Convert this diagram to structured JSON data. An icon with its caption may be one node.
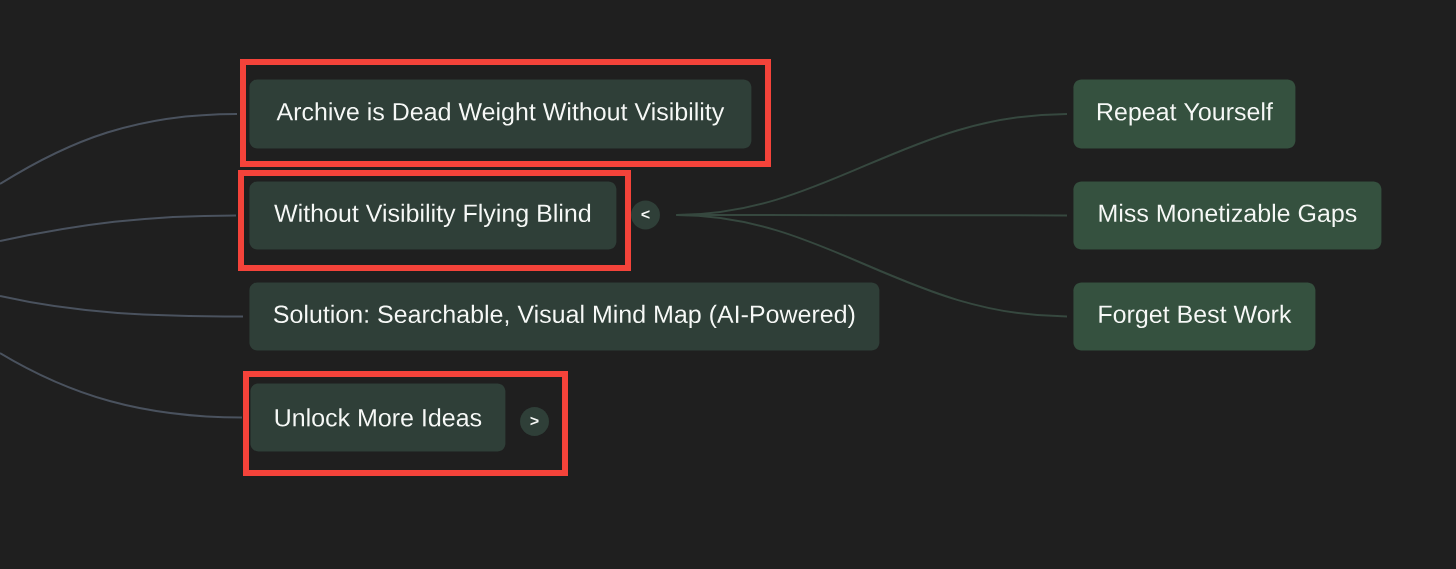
{
  "diagram": {
    "nodes": [
      {
        "text": [],
        "shape": "box"
      },
      {
        "text": [
          "Archive is Dead Weight Without Visibility"
        ],
        "in": 0
      },
      {
        "text": [],
        "shape": "box"
      },
      {
        "text": [
          "Without Visibility Flying Blind"
        ],
        "in": 2
      },
      {
        "text": [
          "<"
        ]
      },
      {
        "text": [
          "Repeat Yourself"
        ]
      },
      {
        "text": [
          "Miss Monetizable Gaps"
        ]
      },
      {
        "text": [
          "Solution: Searchable, Visual Mind Map (AI-Powered)"
        ]
      },
      {
        "text": [
          "Forget Best Work"
        ]
      },
      {
        "text": [],
        "shape": "box"
      },
      {
        "text": [
          "Unlock More Ideas"
        ],
        "in": 9
      },
      {
        "text": [
          ">"
        ],
        "in": 9
      }
    ],
    "edges": [
      {
        "from": null,
        "to": 1,
        "arrow": "none"
      },
      {
        "from": null,
        "to": 3,
        "arrow": "none"
      },
      {
        "from": null,
        "to": 7,
        "arrow": "none"
      },
      {
        "from": null,
        "to": 10,
        "arrow": "none"
      },
      {
        "from": 4,
        "to": 5,
        "arrow": "none",
        "color": "#36483f"
      },
      {
        "from": 4,
        "to": 6,
        "arrow": "none",
        "color": "#36483f"
      },
      {
        "from": 4,
        "to": 8,
        "arrow": "none",
        "color": "#36483f"
      }
    ]
  }
}
